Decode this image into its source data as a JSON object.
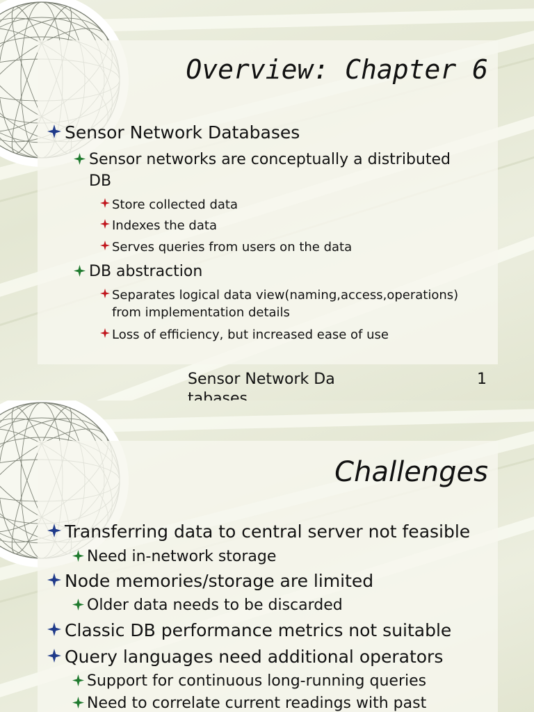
{
  "slide1": {
    "title": "Overview: Chapter 6",
    "bullets": [
      {
        "level": 1,
        "text": "Sensor Network Databases"
      },
      {
        "level": 2,
        "text": "Sensor networks are conceptually a distributed"
      },
      {
        "level": 2,
        "text": "DB"
      },
      {
        "level": 3,
        "text": "Store collected data"
      },
      {
        "level": 3,
        "text": "Indexes the data"
      },
      {
        "level": 3,
        "text": "Serves queries from users on the data"
      },
      {
        "level": 2,
        "text": "DB abstraction"
      },
      {
        "level": 3,
        "text": "Separates logical data view(naming,access,operations)"
      },
      {
        "level": 3,
        "text": "from implementation details"
      },
      {
        "level": 3,
        "text": "Loss of efficiency, but increased ease of use"
      }
    ],
    "footer": {
      "text_line1": "Sensor Network Da",
      "text_line2": "tabases",
      "page": "1"
    }
  },
  "slide2": {
    "title": "Challenges",
    "bullets": [
      {
        "level": 1,
        "text": "Transferring data to central server not feasible"
      },
      {
        "level": 2,
        "text": "Need in-network storage"
      },
      {
        "level": 1,
        "text": "Node memories/storage are limited"
      },
      {
        "level": 2,
        "text": "Older data needs to be discarded"
      },
      {
        "level": 1,
        "text": "Classic DB performance metrics not suitable"
      },
      {
        "level": 1,
        "text": "Query languages need additional operators"
      },
      {
        "level": 2,
        "text": "Support for continuous long-running queries"
      },
      {
        "level": 2,
        "text": "Need to correlate current readings with past"
      }
    ]
  },
  "colors": {
    "level1_bullet": "#1f3a8a",
    "level2_bullet": "#1f7a2e",
    "level3_bullet": "#c0141c",
    "panel": "#f6f7ee",
    "background": "#e9ebdc"
  },
  "icons": {
    "bullet": "four-point-star-icon",
    "decoration": "wireframe-globe-icon"
  }
}
